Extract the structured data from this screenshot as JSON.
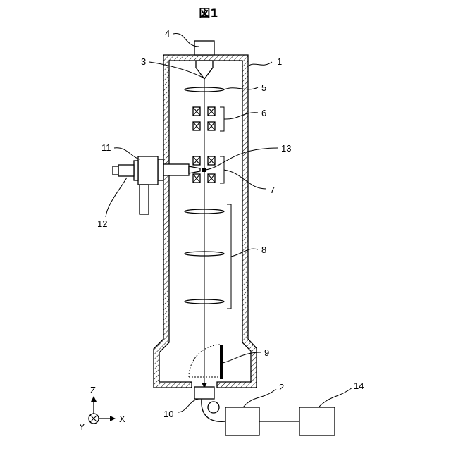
{
  "figure": {
    "title": "図1"
  },
  "labels": {
    "l1": "1",
    "l2": "2",
    "l3": "3",
    "l4": "4",
    "l5": "5",
    "l6": "6",
    "l7": "7",
    "l8": "8",
    "l9": "9",
    "l10": "10",
    "l11": "11",
    "l12": "12",
    "l13": "13",
    "l14": "14"
  },
  "axes": {
    "z": "Z",
    "x": "X",
    "y": "Y"
  },
  "colors": {
    "line": "#000000",
    "background": "#ffffff"
  }
}
